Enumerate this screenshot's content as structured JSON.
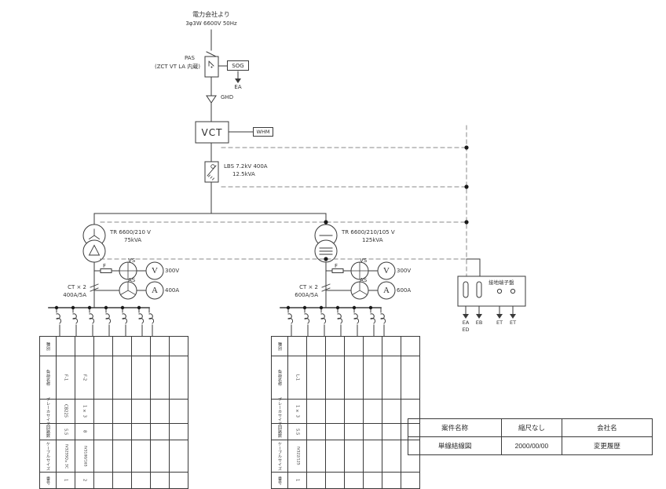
{
  "drawing": {
    "type": "single-line-diagram",
    "source": {
      "title": "電力会社より",
      "spec": "3φ3W 6600V 50Hz"
    },
    "pas": {
      "label": "PAS",
      "note": "(ZCT VT LA 内蔵)",
      "relay_box": "SOG",
      "earth_label": "EA",
      "ghd_label": "GHD"
    },
    "vct": {
      "label": "VCT",
      "meter": "WHM"
    },
    "lbs": {
      "line1": "LBS 7.2kV 400A",
      "line2": "12.5kVA"
    },
    "transformers": [
      {
        "id": "tr-left",
        "label_line1": "TR 6600/210 V",
        "label_line2": "75kVA",
        "vs_label": "VS",
        "voltmeter": "300V",
        "voltmeter_symbol": "V",
        "as_label": "AS",
        "ammeter": "400A",
        "ammeter_symbol": "A",
        "fuse_label": "F",
        "ct_line1": "CT × 2",
        "ct_line2": "400A/5A"
      },
      {
        "id": "tr-right",
        "label_line1": "TR 6600/210/105 V",
        "label_line2": "125kVA",
        "vs_label": "VS",
        "voltmeter": "300V",
        "voltmeter_symbol": "V",
        "as_label": "AS",
        "ammeter": "600A",
        "ammeter_symbol": "A",
        "fuse_label": "F",
        "ct_line1": "CT × 2",
        "ct_line2": "600A/5A"
      }
    ],
    "earth_panel": {
      "title": "接地端子盤",
      "terminals": [
        "EA",
        "EB",
        "ET",
        "ET"
      ],
      "sub_terminal": "ED"
    },
    "panel_schedule": {
      "row_headers": [
        "種別",
        "負荷名称",
        "ブレーカサイズ",
        "回路数",
        "ケーブル\nサイズ",
        "番号"
      ],
      "left": {
        "columns": 7,
        "filled": [
          {
            "kind": "",
            "load": "F-1",
            "breaker": "CB225",
            "circuits": "5.5",
            "cable": "IV325SQ×3C",
            "number": "1"
          },
          {
            "kind": "",
            "load": "F-2",
            "breaker": "1 × 3",
            "circuits": "8",
            "cable": "IV3100/165",
            "number": "2"
          }
        ]
      },
      "right": {
        "columns": 7,
        "filled": [
          {
            "kind": "",
            "load": "L-1",
            "breaker": "1 × 3",
            "circuits": "5.5",
            "cable": "IV322/125",
            "number": "1"
          }
        ]
      }
    },
    "title_block": {
      "row1": [
        "案件名称",
        "縮尺なし",
        "会社名"
      ],
      "row2": [
        "単線結線図",
        "2000/00/00",
        "変更履歴"
      ]
    }
  }
}
